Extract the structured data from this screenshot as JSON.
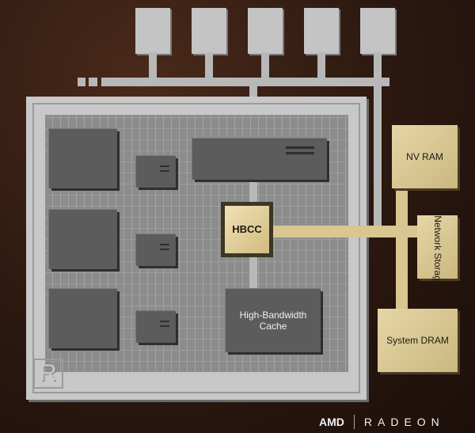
{
  "labels": {
    "hbcc": "HBCC",
    "hbc": "High-Bandwidth Cache",
    "nvram": "NV RAM",
    "network": "Network Storage",
    "dram": "System DRAM",
    "chip_logo": "R"
  },
  "branding": {
    "amd": "AMD",
    "radeon": "RADEON"
  },
  "colors": {
    "gold": "#d9c690",
    "gray": "#c8c8c8",
    "chip": "#5c5c5c",
    "background": "#2b1810"
  }
}
